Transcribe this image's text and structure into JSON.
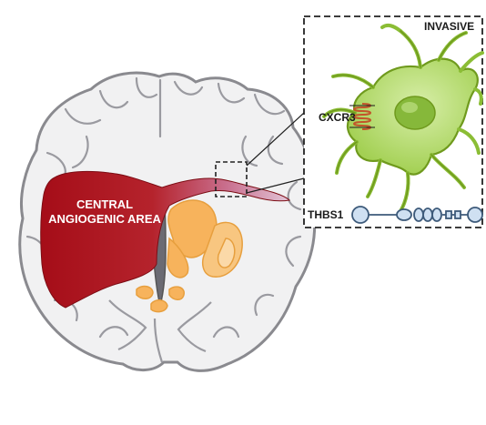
{
  "labels": {
    "central_area": "CENTRAL ANGIOGENIC AREA",
    "cell_state": "INVASIVE",
    "receptor": "CXCR3",
    "ligand": "THBS1"
  },
  "colors": {
    "brain_fill": "#f1f1f2",
    "brain_outline": "#8a8a8f",
    "angiogenic_red": "#b0121b",
    "angiogenic_fade": "#d9a4bd",
    "basal_ganglia": "#f7b35c",
    "cell_fill": "#a9d65a",
    "cell_outline": "#6f9a1d",
    "nucleus": "#86b83a",
    "receptor": "#c2562b",
    "protein": "#cfe0f2",
    "protein_outline": "#3d5a7a",
    "dashed_box": "#222222"
  },
  "icons": [
    "brain-coronal-section-icon",
    "glioma-cell-icon",
    "cxcr3-receptor-icon",
    "thbs1-protein-icon"
  ]
}
